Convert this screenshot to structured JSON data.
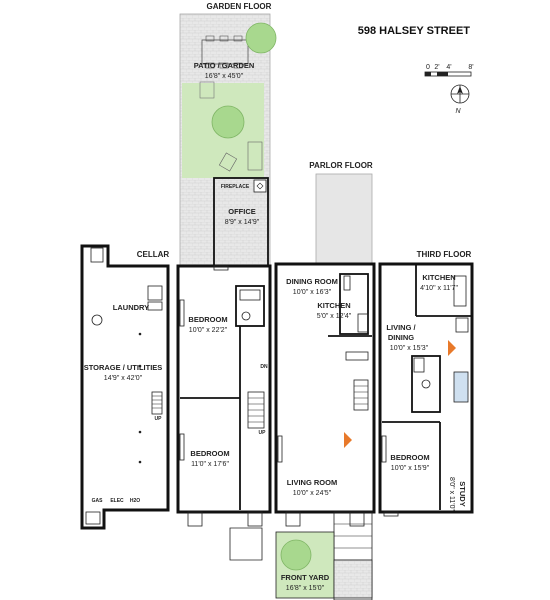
{
  "address": "598 HALSEY STREET",
  "floors": {
    "garden": "GARDEN FLOOR",
    "parlor": "PARLOR FLOOR",
    "third": "THIRD FLOOR",
    "cellar": "CELLAR"
  },
  "rooms": {
    "patio": {
      "name": "PATIO / GARDEN",
      "dims": "16'8\" x 45'0\""
    },
    "office": {
      "name": "OFFICE",
      "dims": "8'9\" x 14'9\""
    },
    "fireplace": "FIREPLACE",
    "laundry": "LAUNDRY",
    "storage": {
      "name": "STORAGE / UTILITIES",
      "dims": "14'9\" x 42'0\""
    },
    "cellar_utils": [
      "GAS",
      "ELEC",
      "H2O"
    ],
    "garden_bedroom_1": {
      "name": "BEDROOM",
      "dims": "10'0\" x 22'2\""
    },
    "garden_bedroom_2": {
      "name": "BEDROOM",
      "dims": "11'0\" x 17'6\""
    },
    "dining": {
      "name": "DINING ROOM",
      "dims": "10'0\" x 16'3\""
    },
    "parlor_kitchen": {
      "name": "KITCHEN",
      "dims": "5'0\" x 12'4\""
    },
    "living": {
      "name": "LIVING ROOM",
      "dims": "10'0\" x 24'5\""
    },
    "third_kitchen": {
      "name": "KITCHEN",
      "dims": "4'10\" x 11'7\""
    },
    "living_dining": {
      "name_1": "LIVING /",
      "name_2": "DINING",
      "dims": "10'0\" x 15'3\""
    },
    "third_bedroom": {
      "name": "BEDROOM",
      "dims": "10'0\" x 15'9\""
    },
    "study": {
      "name": "STUDY",
      "dims": "8'0\" x 11'0\""
    },
    "front_yard": {
      "name": "FRONT YARD",
      "dims": "16'8\" x 15'0\""
    }
  },
  "stair_labels": {
    "up": "UP",
    "dn": "DN"
  },
  "scale": {
    "ticks": [
      "0",
      "2'",
      "4'",
      "8'"
    ]
  },
  "compass": {
    "label": "N"
  },
  "colors": {
    "greenery": "#cfe8bd",
    "patio": "#e6e6e6",
    "fireplace": "#e8792a",
    "tree": "#a8d88e"
  }
}
